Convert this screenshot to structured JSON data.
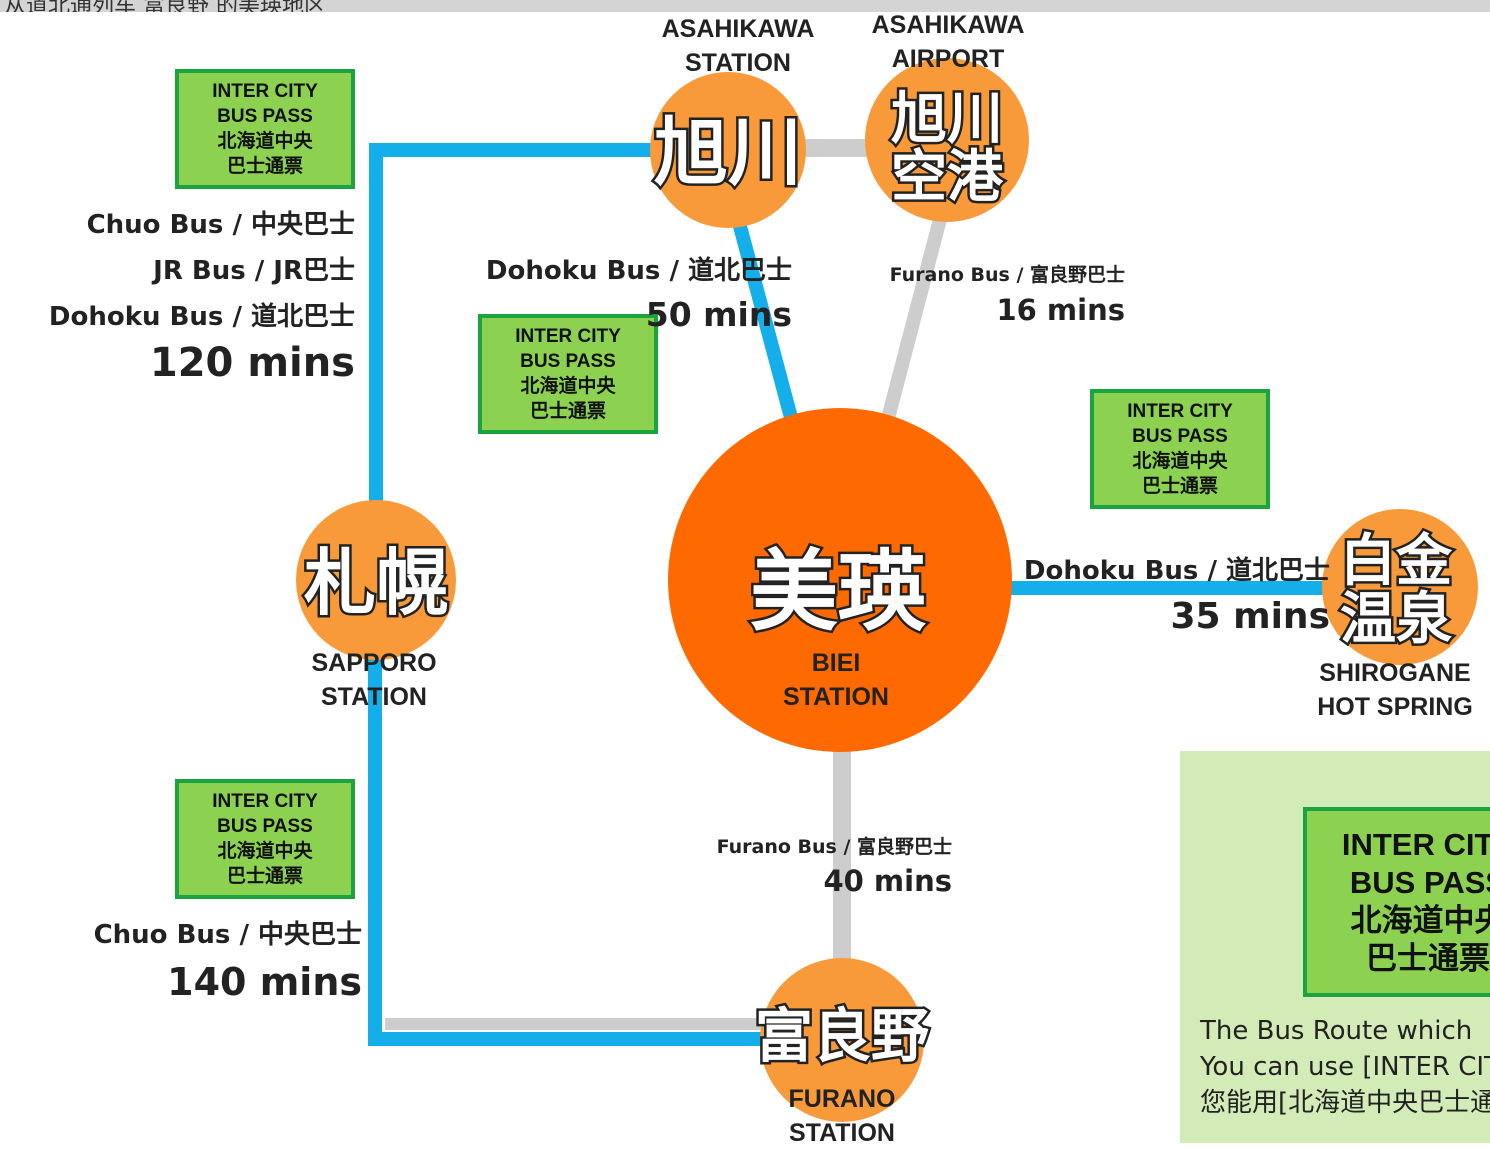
{
  "header": {
    "title": "从道北通列车 富良野 的美瑛地区"
  },
  "stations": {
    "asahikawa_station": {
      "kanji": "旭川",
      "name": "ASAHIKAWA\nSTATION"
    },
    "asahikawa_airport": {
      "kanji_line1": "旭川",
      "kanji_line2": "空港",
      "name": "ASAHIKAWA\nAIRPORT"
    },
    "sapporo": {
      "kanji": "札幌",
      "name": "SAPPORO\nSTATION"
    },
    "biei": {
      "kanji": "美瑛",
      "name": "BIEI\nSTATION"
    },
    "shirogane": {
      "kanji_line1": "白金",
      "kanji_line2": "温泉",
      "name": "SHIROGANE\nHOT SPRING"
    },
    "furano": {
      "kanji": "富良野",
      "name": "FURANO\nSTATION"
    }
  },
  "pass": {
    "line1": "INTER CITY",
    "line2": "BUS PASS",
    "line3": "北海道中央",
    "line4": "巴士通票"
  },
  "routes": {
    "sapporo_asahikawa": {
      "operators": [
        "Chuo Bus / 中央巴士",
        "JR Bus / JR巴士",
        "Dohoku Bus / 道北巴士"
      ],
      "duration": "120 mins"
    },
    "asahikawa_biei": {
      "operator": "Dohoku Bus / 道北巴士",
      "duration": "50 mins"
    },
    "airport_biei": {
      "operator": "Furano Bus / 富良野巴士",
      "duration": "16 mins"
    },
    "biei_shirogane": {
      "operator": "Dohoku Bus / 道北巴士",
      "duration": "35 mins"
    },
    "biei_furano": {
      "operator": "Furano Bus / 富良野巴士",
      "duration": "40 mins"
    },
    "sapporo_furano": {
      "operator": "Chuo Bus / 中央巴士",
      "duration": "140 mins"
    }
  },
  "legend": {
    "pass_line1": "INTER CITY",
    "pass_line2": "BUS PASS",
    "pass_line3": "北海道中央",
    "pass_line4": "巴士通票",
    "text_line1": "The Bus Route which",
    "text_line2": "You can use [INTER CITY BUS PASS]",
    "text_line3": "您能用[北海道中央巴士通票]的路线"
  },
  "colors": {
    "pass_route": "#14aeea",
    "other_route": "#cdcdcd",
    "station_circle": "#f89a3a",
    "biei_circle": "#ff6a00",
    "pass_fill": "#8dd150",
    "pass_border": "#1aa33e",
    "legend_bg": "#d3ebb7"
  }
}
